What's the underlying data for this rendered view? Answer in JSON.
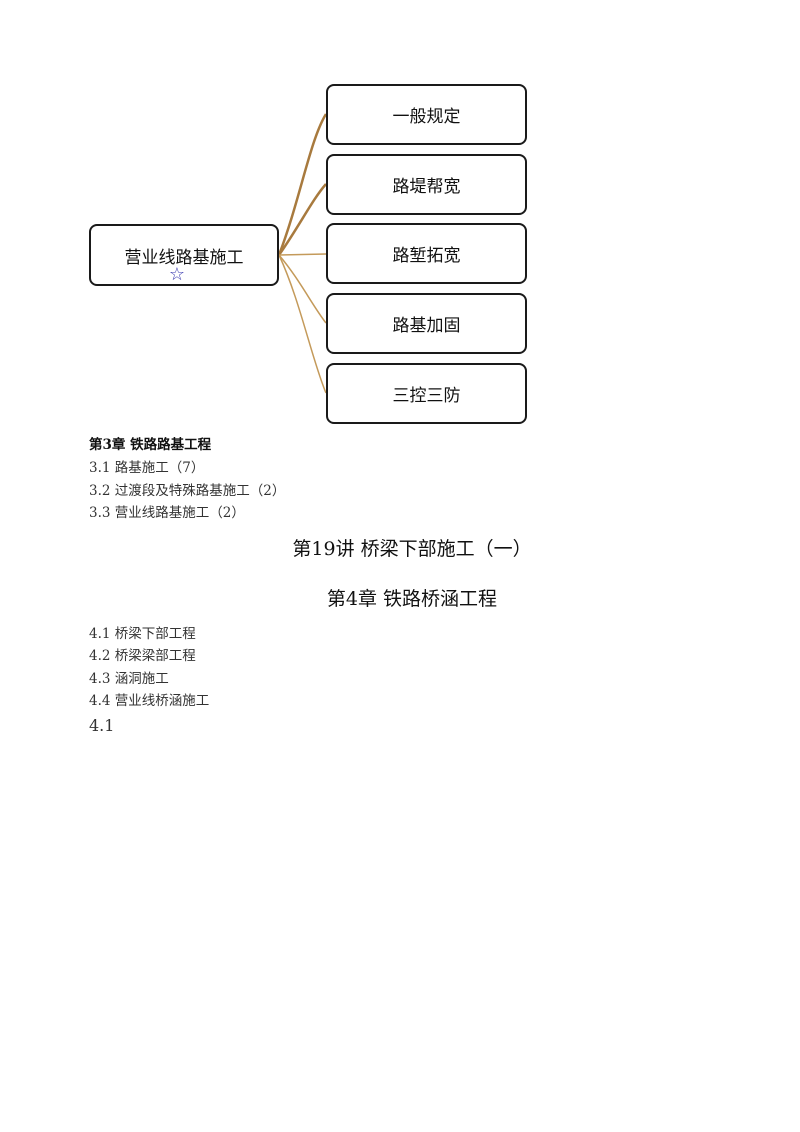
{
  "diagram": {
    "root_label": "营业线路基施工",
    "children": [
      "一般规定",
      "路堤帮宽",
      "路堑拓宽",
      "路基加固",
      "三控三防"
    ],
    "marker_symbol": "☆",
    "connector_color": "#b08040"
  },
  "chapter3": {
    "title": "第3章 铁路路基工程",
    "items": [
      "3.1 路基施工（7）",
      "3.2 过渡段及特殊路基施工（2）",
      "3.3 营业线路基施工（2）"
    ]
  },
  "lecture_title": "第19讲 桥梁下部施工（一）",
  "chapter4": {
    "title": "第4章 铁路桥涵工程",
    "items": [
      "4.1 桥梁下部工程",
      "4.2 桥梁梁部工程",
      "4.3 涵洞施工",
      "4.4 营业线桥涵施工"
    ]
  },
  "section_start": "4.1"
}
